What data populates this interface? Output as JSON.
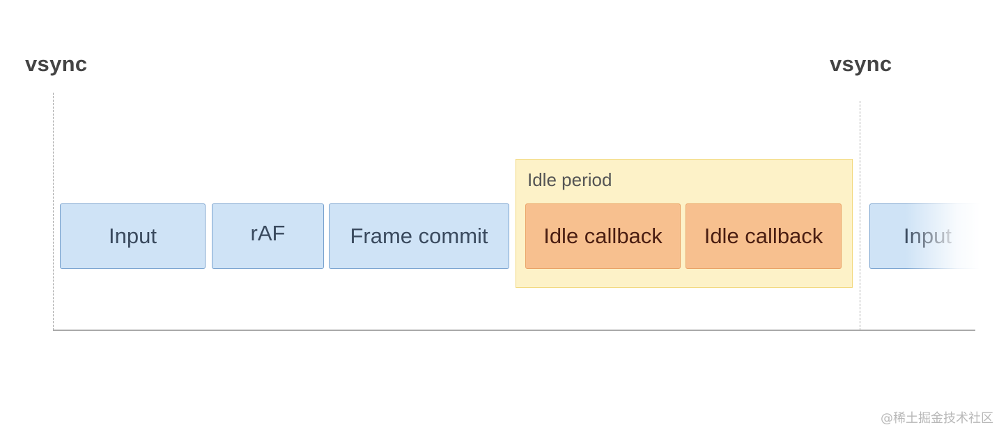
{
  "vsync": {
    "left_label": "vsync",
    "right_label": "vsync"
  },
  "tasks": [
    {
      "label": "Input"
    },
    {
      "label": "rAF"
    },
    {
      "label": "Frame commit"
    }
  ],
  "idle_period": {
    "label": "Idle period",
    "callbacks": [
      {
        "label": "Idle callback"
      },
      {
        "label": "Idle callback"
      }
    ]
  },
  "next_frame": {
    "task_label": "Input"
  },
  "watermark": "@稀土掘金技术社区",
  "colors": {
    "task_fill": "#cfe3f6",
    "task_border": "#7aa3cf",
    "idle_period_fill": "#fdf2c8",
    "idle_period_border": "#f2d77a",
    "idle_callback_fill": "#f7c08f",
    "idle_callback_border": "#e9a367"
  }
}
